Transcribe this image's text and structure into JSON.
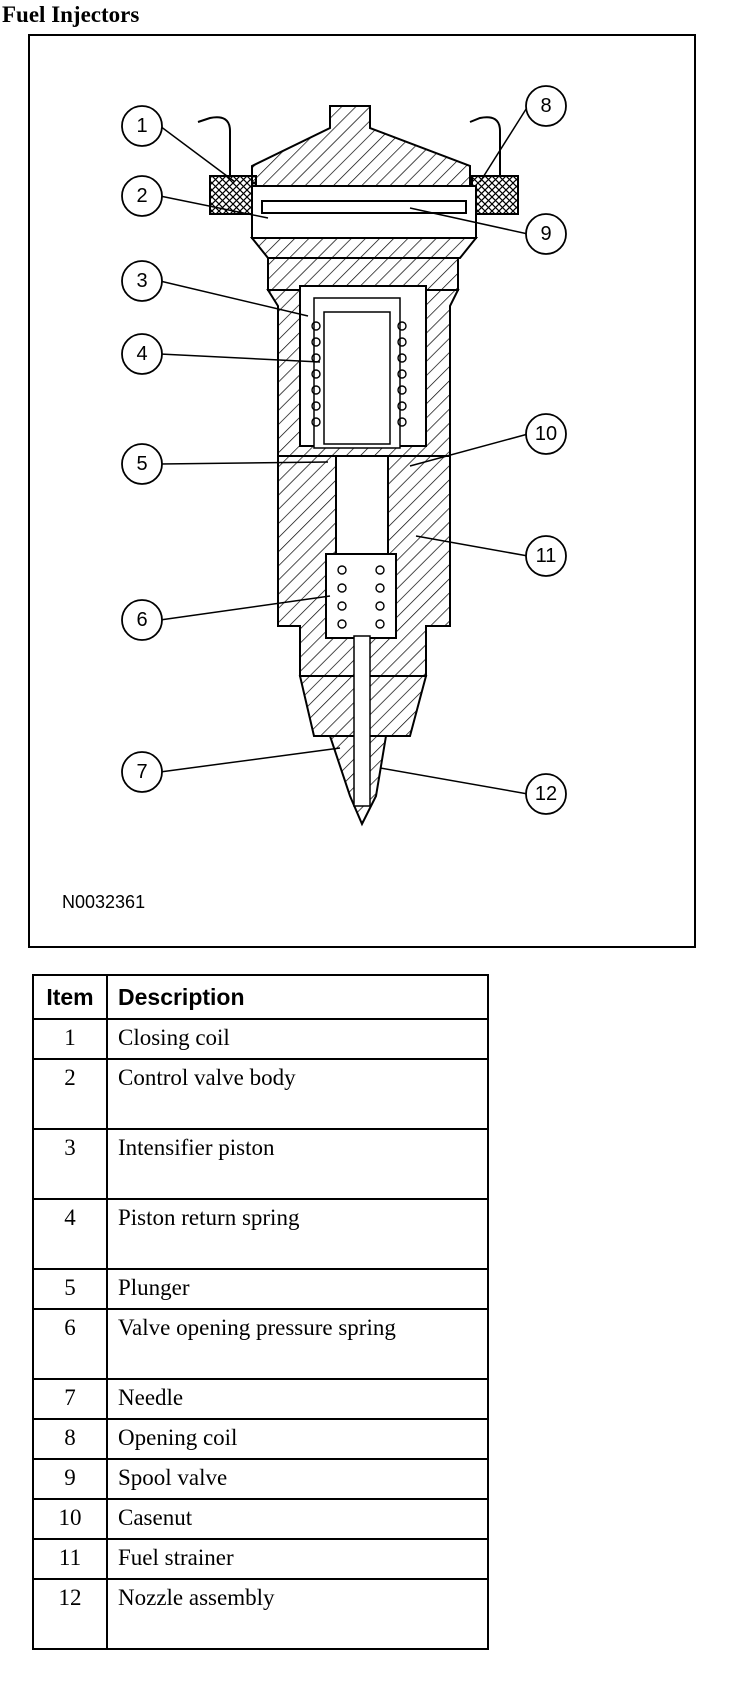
{
  "title": "Fuel Injectors",
  "figure": {
    "id": "N0032361",
    "callouts": [
      "1",
      "2",
      "3",
      "4",
      "5",
      "6",
      "7",
      "8",
      "9",
      "10",
      "11",
      "12"
    ]
  },
  "table": {
    "headers": [
      "Item",
      "Description"
    ],
    "rows": [
      {
        "item": "1",
        "desc": "Closing coil"
      },
      {
        "item": "2",
        "desc": "Control valve body"
      },
      {
        "item": "3",
        "desc": "Intensifier piston"
      },
      {
        "item": "4",
        "desc": "Piston return spring"
      },
      {
        "item": "5",
        "desc": "Plunger"
      },
      {
        "item": "6",
        "desc": "Valve opening pressure spring"
      },
      {
        "item": "7",
        "desc": "Needle"
      },
      {
        "item": "8",
        "desc": "Opening coil"
      },
      {
        "item": "9",
        "desc": "Spool valve"
      },
      {
        "item": "10",
        "desc": "Casenut"
      },
      {
        "item": "11",
        "desc": "Fuel strainer"
      },
      {
        "item": "12",
        "desc": "Nozzle assembly"
      }
    ]
  }
}
